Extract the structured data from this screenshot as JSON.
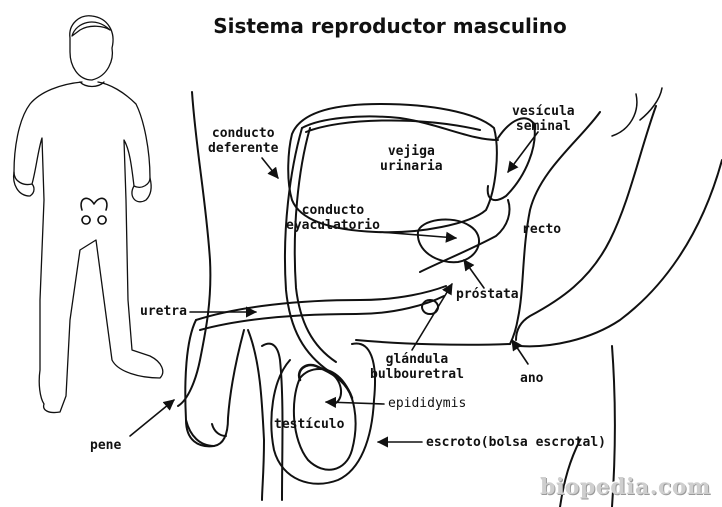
{
  "title": "Sistema reproductor masculino",
  "labels": {
    "conducto_deferente": [
      "conducto",
      "deferente"
    ],
    "vejiga_urinaria": [
      "vejiga",
      "urinaria"
    ],
    "vesicula_seminal": [
      "vesícula",
      "seminal"
    ],
    "conducto_eyaculatorio": [
      "conducto",
      "eyaculatorio"
    ],
    "recto": "recto",
    "prostata": "próstata",
    "uretra": "uretra",
    "glandula_bulbouretral": [
      "glándula",
      "bulbouretral"
    ],
    "ano": "ano",
    "epididymis": "epididymis",
    "testiculo": "testículo",
    "pene": "pene",
    "escroto": "escroto(bolsa escrotal)"
  },
  "watermark": "biopedia.com"
}
